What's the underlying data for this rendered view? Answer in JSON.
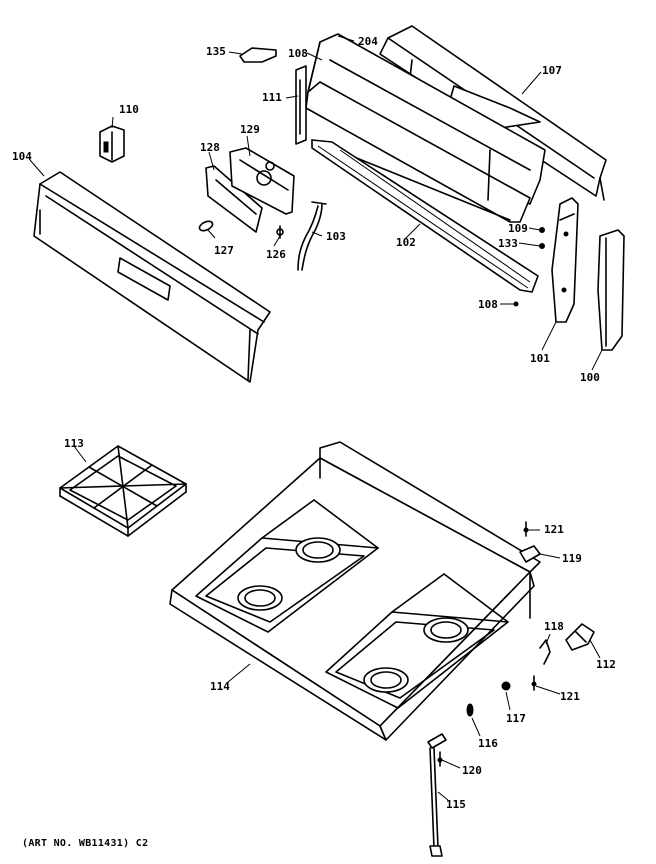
{
  "figure": {
    "caption": "(ART NO. WB11431) C2"
  },
  "labels": {
    "p204": "204",
    "p135": "135",
    "p108a": "108",
    "p107": "107",
    "p110": "110",
    "p111": "111",
    "p104": "104",
    "p129": "129",
    "p128": "128",
    "p127": "127",
    "p126": "126",
    "p103": "103",
    "p102": "102",
    "p109": "109",
    "p133": "133",
    "p108b": "108",
    "p101": "101",
    "p100": "100",
    "p113": "113",
    "p121a": "121",
    "p119": "119",
    "p118": "118",
    "p112": "112",
    "p114": "114",
    "p121b": "121",
    "p117": "117",
    "p116": "116",
    "p120": "120",
    "p115": "115"
  }
}
